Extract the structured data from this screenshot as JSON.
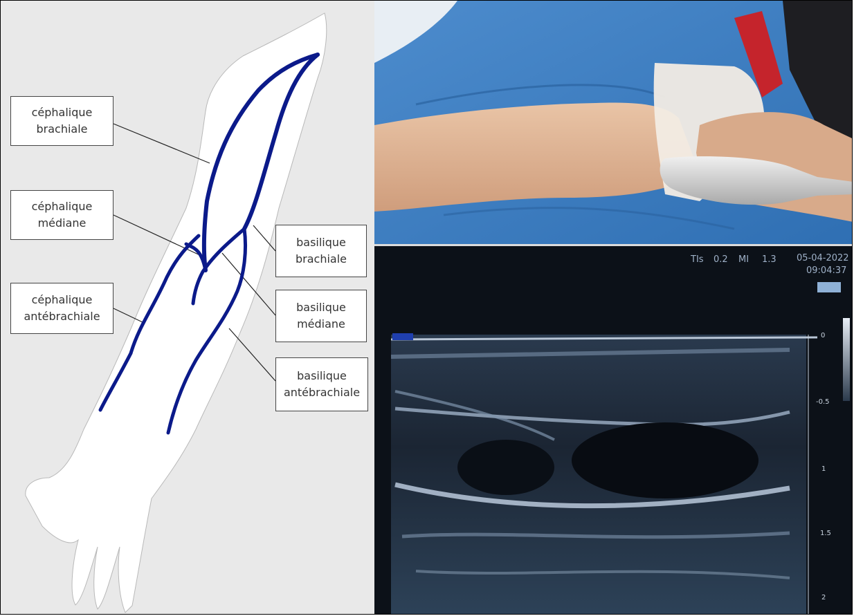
{
  "labels": {
    "cephalique_brachiale": [
      "céphalique",
      "brachiale"
    ],
    "cephalique_mediane": [
      "céphalique",
      "médiane"
    ],
    "cephalique_antebrachiale": [
      "céphalique",
      "antébrachiale"
    ],
    "basilique_brachiale": [
      "basilique",
      "brachiale"
    ],
    "basilique_mediane": [
      "basilique",
      "médiane"
    ],
    "basilique_antebrachiale": [
      "basilique",
      "antébrachiale"
    ]
  },
  "ultrasound": {
    "tis_label": "TIs",
    "tis_value": "0.2",
    "mi_label": "MI",
    "mi_value": "1.3",
    "date": "05-04-2022",
    "time": "09:04:37",
    "depth_marks": [
      "0",
      "-0.5",
      "1",
      "1.5",
      "2"
    ]
  },
  "colors": {
    "vein": "#0b1a8a",
    "drape": "#3e7fc2",
    "skin": "#e3b99a",
    "probe": "#d3d3d3"
  }
}
